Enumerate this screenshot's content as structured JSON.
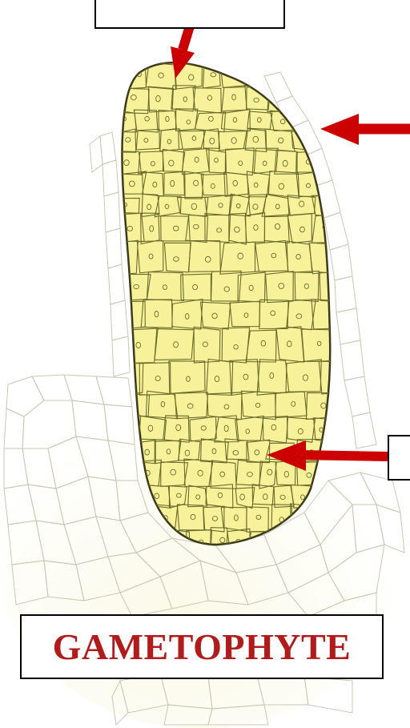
{
  "caption": {
    "text": "GAMETOPHYTE"
  },
  "colors": {
    "arrow": "#cc0000",
    "caption_text": "#b31b1b",
    "tissue_fill": "#f7f29a",
    "tissue_cell_line": "#6a6a2a",
    "background_cells": "#c9c7b4",
    "background_wash": "#fbf9e8"
  },
  "icons": [
    "arrow-down-right",
    "arrow-left",
    "arrow-left"
  ]
}
